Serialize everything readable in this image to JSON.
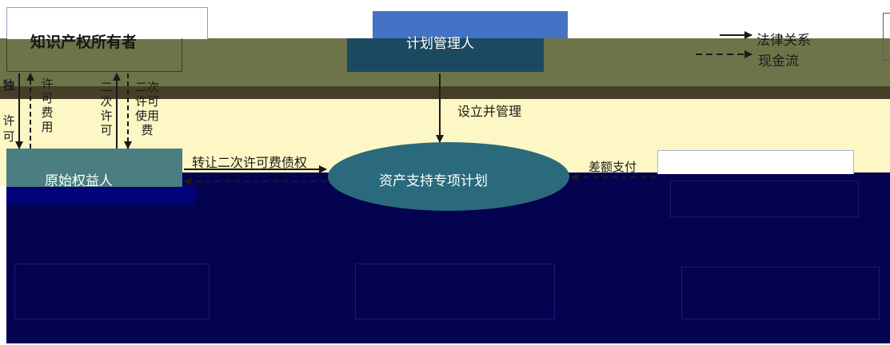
{
  "diagram": {
    "nodes": {
      "ip_owner": "知识产权所有者",
      "plan_manager": "计划管理人",
      "original_beneficiary": "原始权益人",
      "special_plan": "资产支持专项计划"
    },
    "edges": {
      "exclusive_license_a": "独",
      "exclusive_license_b": "许",
      "exclusive_license_c": "可",
      "license_fee": "许可费用",
      "sublicense": "二次许可",
      "sublicense_fee": "二次许可使用费",
      "setup_manage": "设立并管理",
      "transfer_claim": "转让二次许可费债权",
      "difference_payment": "差额支付"
    },
    "legend": {
      "legal": "法律关系",
      "cash": "现金流"
    },
    "colors": {
      "olive_band": "#6e7449",
      "cream_band": "#fcf7c4",
      "teal_node": "#4a7e80",
      "ellipse_fill": "#2a6a7c",
      "navy_block": "#03034f",
      "plan_manager_header": "#4472c4",
      "dark_strip": "#463f27"
    }
  }
}
